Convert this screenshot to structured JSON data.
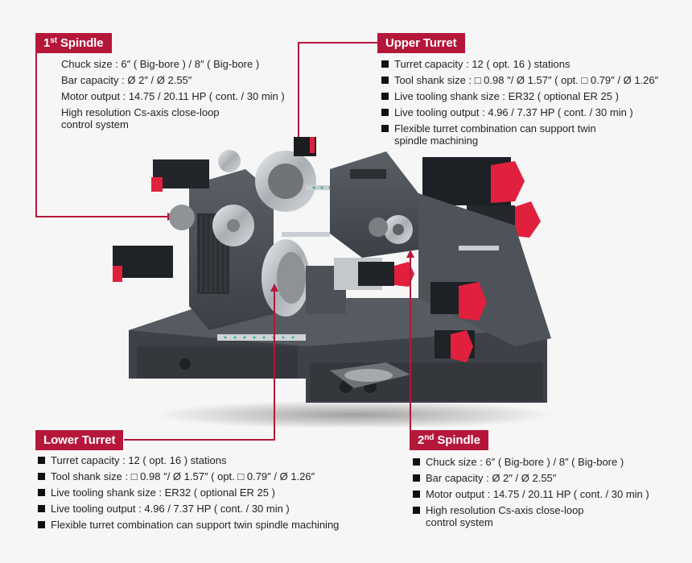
{
  "colors": {
    "accent": "#b5173a",
    "background": "#f6f6f6",
    "machine_body": "#4a4f55",
    "machine_dark": "#2b2e33",
    "motor_red": "#e0203c",
    "steel": "#c8ccd0"
  },
  "sections": {
    "spindle1": {
      "title_num": "1",
      "title_sup": "st",
      "title_rest": " Spindle",
      "specs": [
        "Chuck size : 6″ ( Big-bore ) / 8″ ( Big-bore )",
        "Bar capacity : Ø 2″ / Ø 2.55″",
        "Motor output : 14.75 / 20.11 HP ( cont. / 30 min )",
        "High resolution Cs-axis close-loop control system"
      ]
    },
    "upper_turret": {
      "title": "Upper Turret",
      "specs": [
        "Turret capacity : 12 ( opt. 16 ) stations",
        "Tool shank size : □  0.98 ″/ Ø 1.57″ ( opt. □  0.79″ / Ø 1.26″",
        "Live tooling shank size : ER32 ( optional ER 25 )",
        "Live tooling output : 4.96 / 7.37 HP ( cont. / 30 min )",
        "Flexible turret combination can support twin spindle machining"
      ]
    },
    "lower_turret": {
      "title": "Lower Turret",
      "specs": [
        "Turret capacity : 12 ( opt. 16 ) stations",
        "Tool shank size : □  0.98 ″/ Ø 1.57″ ( opt. □  0.79″ / Ø 1.26″",
        "Live tooling shank size : ER32 ( optional ER 25 )",
        "Live tooling output : 4.96 / 7.37 HP ( cont. / 30 min )",
        "Flexible turret combination can support twin spindle machining"
      ]
    },
    "spindle2": {
      "title_num": "2",
      "title_sup": "nd",
      "title_rest": " Spindle",
      "specs": [
        "Chuck size : 6″ ( Big-bore ) / 8″ ( Big-bore )",
        "Bar capacity : Ø 2″ / Ø 2.55″",
        "Motor output : 14.75 / 20.11 HP ( cont. / 30 min )",
        "High resolution Cs-axis close-loop control system"
      ]
    }
  },
  "illustration": {
    "subject": "twin-spindle twin-turret CNC lathe machine"
  }
}
